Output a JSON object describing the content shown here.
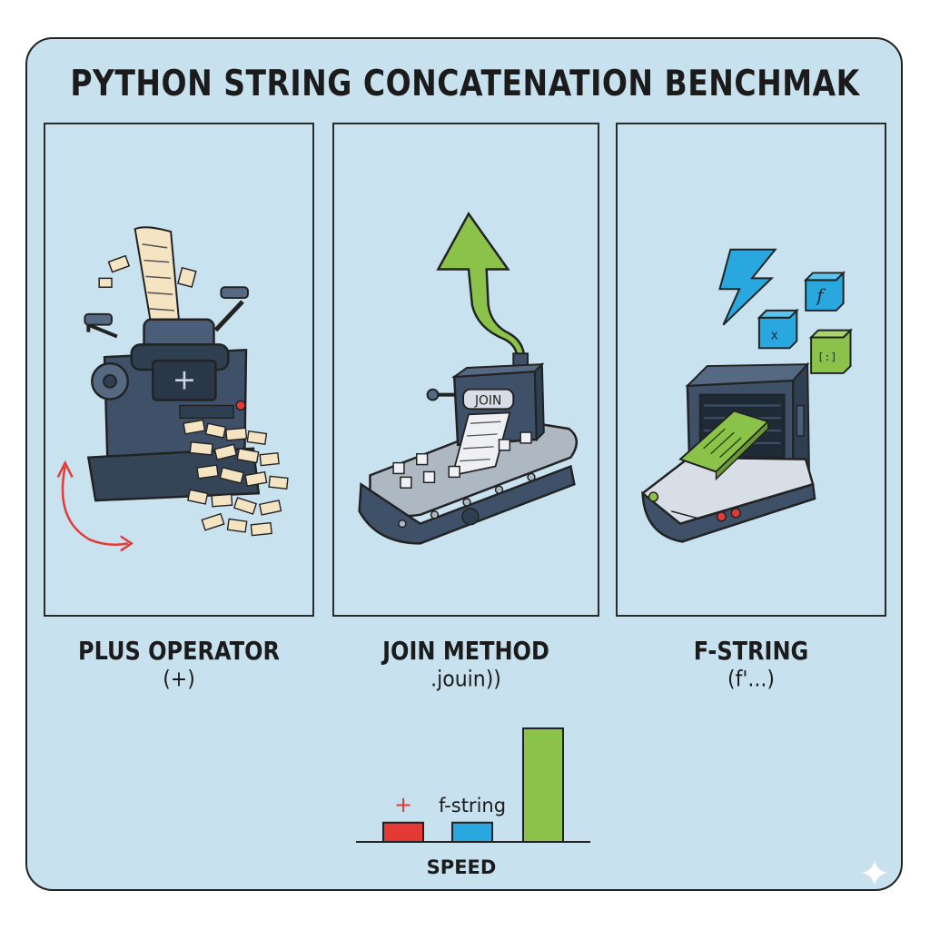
{
  "title": "PYTHON STRING CONCATENATION BENCHMAK",
  "panels": [
    {
      "label": "PLUS OPERATOR",
      "sublabel": "(+)",
      "machine_symbol": "+"
    },
    {
      "label": "JOIN METHOD",
      "sublabel": ".jouin))",
      "machine_label": "JOIN"
    },
    {
      "label": "F-STRING",
      "sublabel": "(f'...)",
      "block_glyphs": [
        "f",
        "x",
        "[:]"
      ]
    }
  ],
  "chart_data": {
    "type": "bar",
    "xlabel": "SPEED",
    "bars": [
      {
        "label": "+",
        "value": 0.17,
        "color": "#e53935"
      },
      {
        "label": "f-string",
        "value": 0.17,
        "color": "#29a8e0"
      },
      {
        "label": "",
        "value": 1.0,
        "color": "#8bc34a"
      }
    ]
  },
  "colors": {
    "background": "#c8e1ef",
    "machine": "#3e5168",
    "arrow": "#8bc34a",
    "bolt": "#29a8e0",
    "red_accent": "#e53935"
  },
  "icons": [
    "rotation-arrow-icon",
    "up-arrow-icon",
    "lightning-bolt-icon",
    "sparkle-icon"
  ]
}
